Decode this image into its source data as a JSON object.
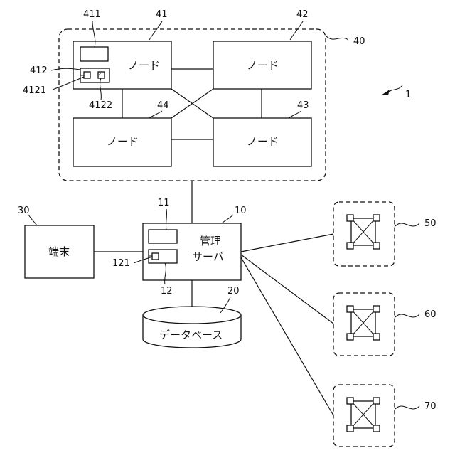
{
  "figure_ref": "1",
  "group": {
    "ref": "40"
  },
  "nodes": [
    {
      "ref": "41",
      "label": "ノード"
    },
    {
      "ref": "42",
      "label": "ノード"
    },
    {
      "ref": "43",
      "label": "ノード"
    },
    {
      "ref": "44",
      "label": "ノード"
    }
  ],
  "node41_parts": {
    "ref_411": "411",
    "ref_412": "412",
    "ref_4121": "4121",
    "ref_4122": "4122"
  },
  "server": {
    "ref": "10",
    "label_line1": "管理",
    "label_line2": "サーバ",
    "ref_11": "11",
    "ref_12": "12",
    "ref_121": "121"
  },
  "terminal": {
    "ref": "30",
    "label": "端末"
  },
  "database": {
    "ref": "20",
    "label": "データベース"
  },
  "sites": [
    {
      "ref": "50"
    },
    {
      "ref": "60"
    },
    {
      "ref": "70"
    }
  ]
}
